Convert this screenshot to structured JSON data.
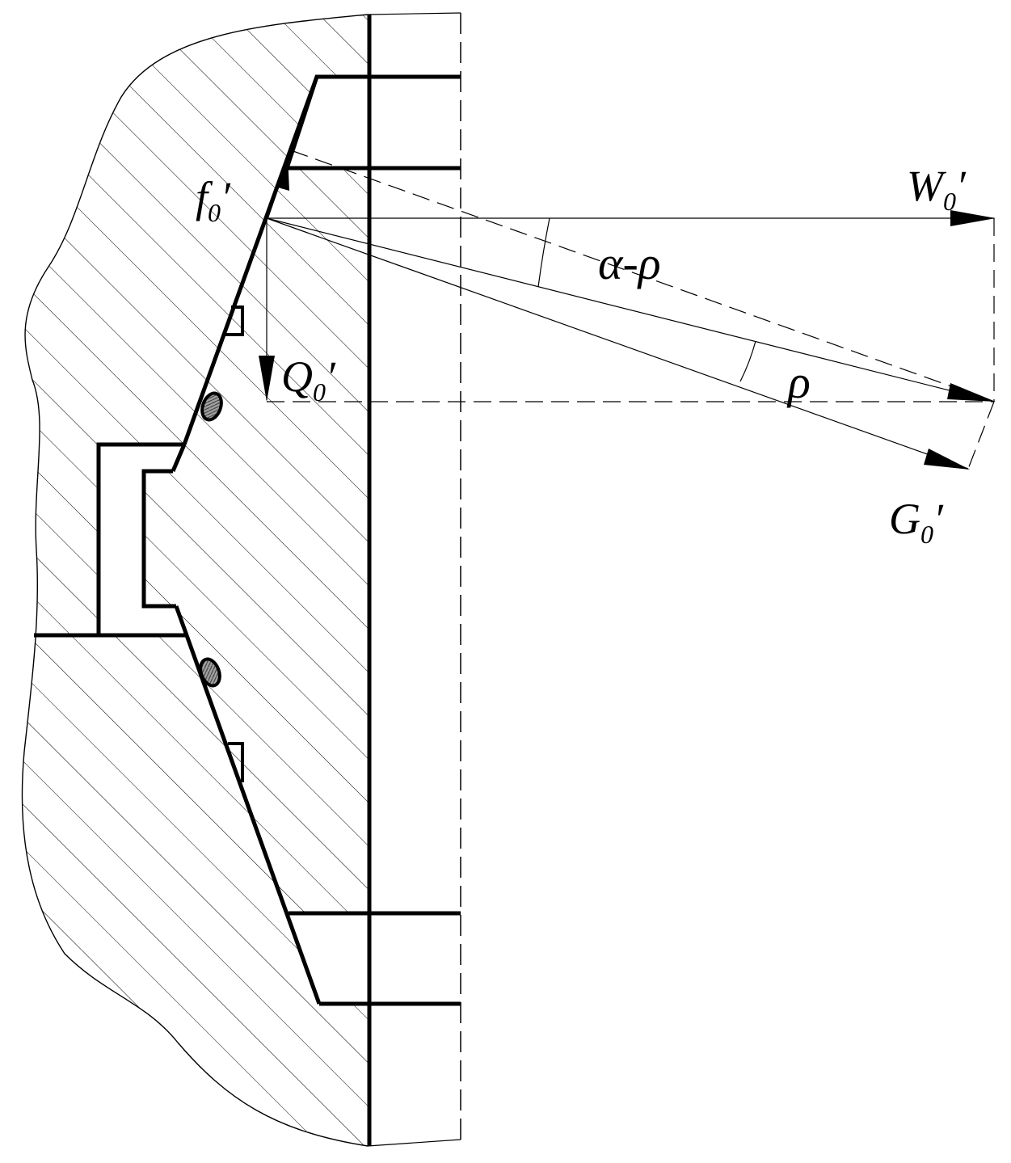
{
  "colors": {
    "line": "#000000",
    "background": "#ffffff",
    "seal_fill": "#9a9a9a"
  },
  "labels": {
    "f0": {
      "main": "f",
      "sub": "0",
      "prime": "′"
    },
    "w0": {
      "main": "W",
      "sub": "0",
      "prime": "′"
    },
    "q0": {
      "main": "Q",
      "sub": "0",
      "prime": "′"
    },
    "g0": {
      "main": "G",
      "sub": "0",
      "prime": "′"
    },
    "alpha_rho": "α-ρ",
    "rho": "ρ"
  }
}
